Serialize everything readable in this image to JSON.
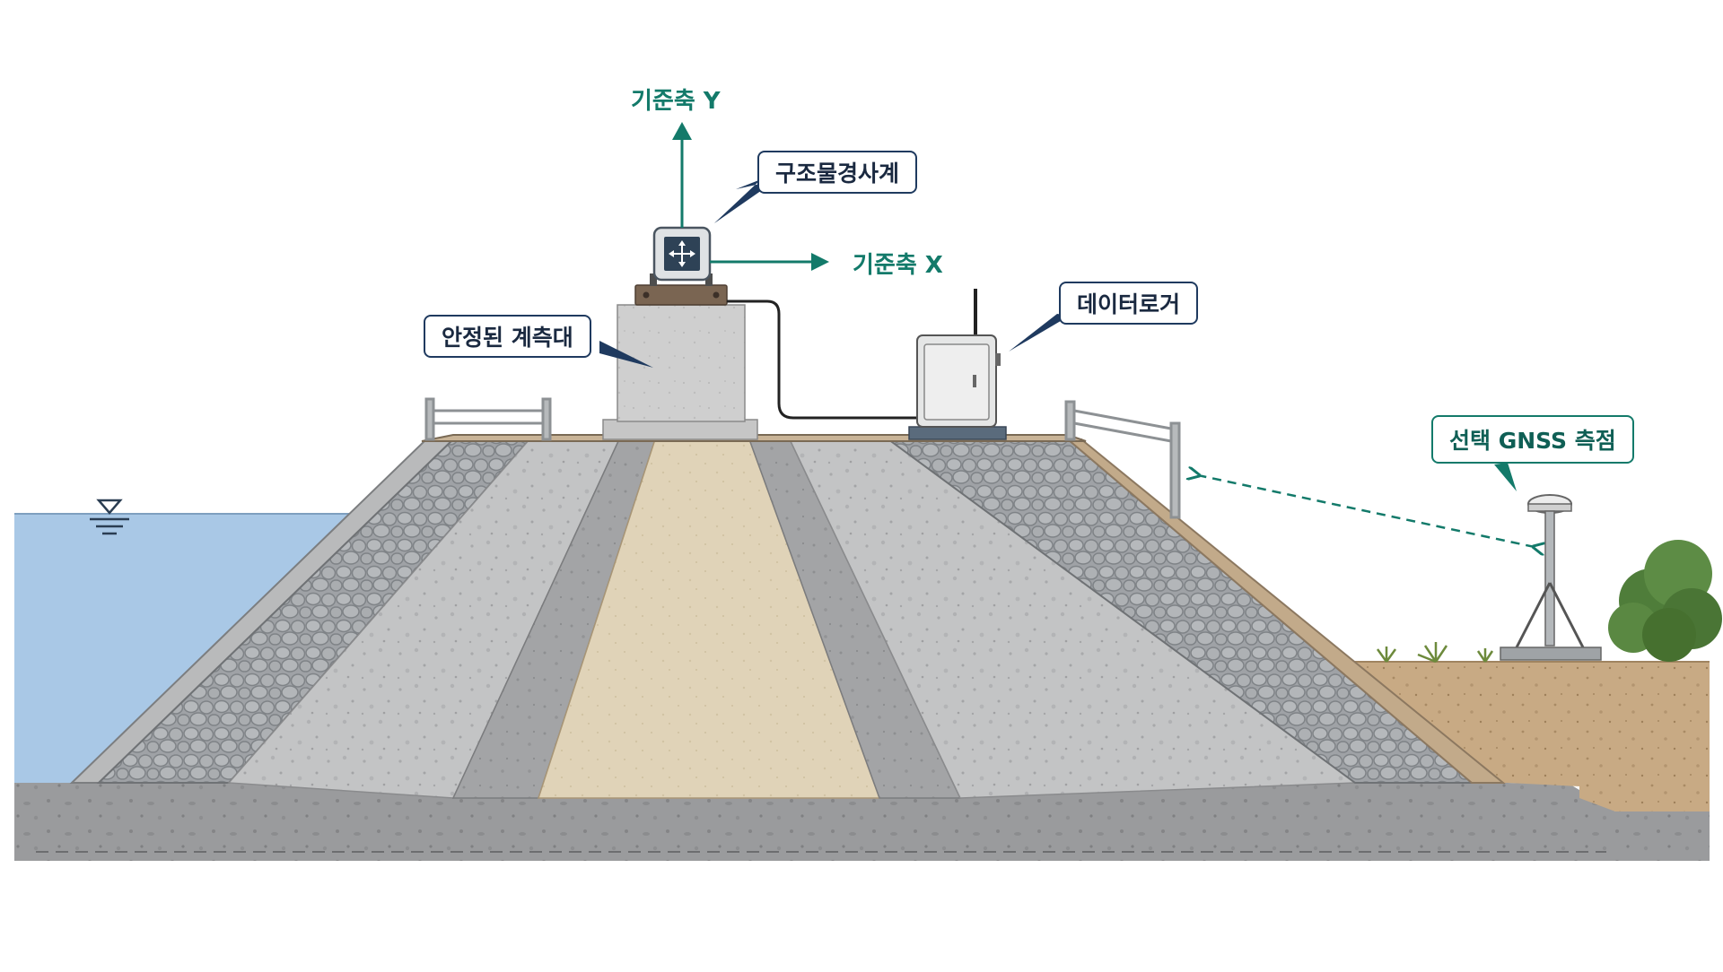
{
  "labels": {
    "axis_y": "기준축 Y",
    "axis_x": "기준축 X",
    "inclinometer": "구조물경사계",
    "datalogger": "데이터로거",
    "stable_pier": "안정된 계측대",
    "gnss": "선택 GNSS 측점"
  },
  "icons": {
    "inclinometer": "move-arrows-icon",
    "water_level": "water-level-icon"
  },
  "colors": {
    "callout_border": "#1f3a5f",
    "axis_teal": "#137a6a",
    "water": "#a9c8e6",
    "core": "#e0d3b8",
    "concrete": "#c4c5c6",
    "riprap": "#a7aaae",
    "soil": "#c9ab85"
  }
}
